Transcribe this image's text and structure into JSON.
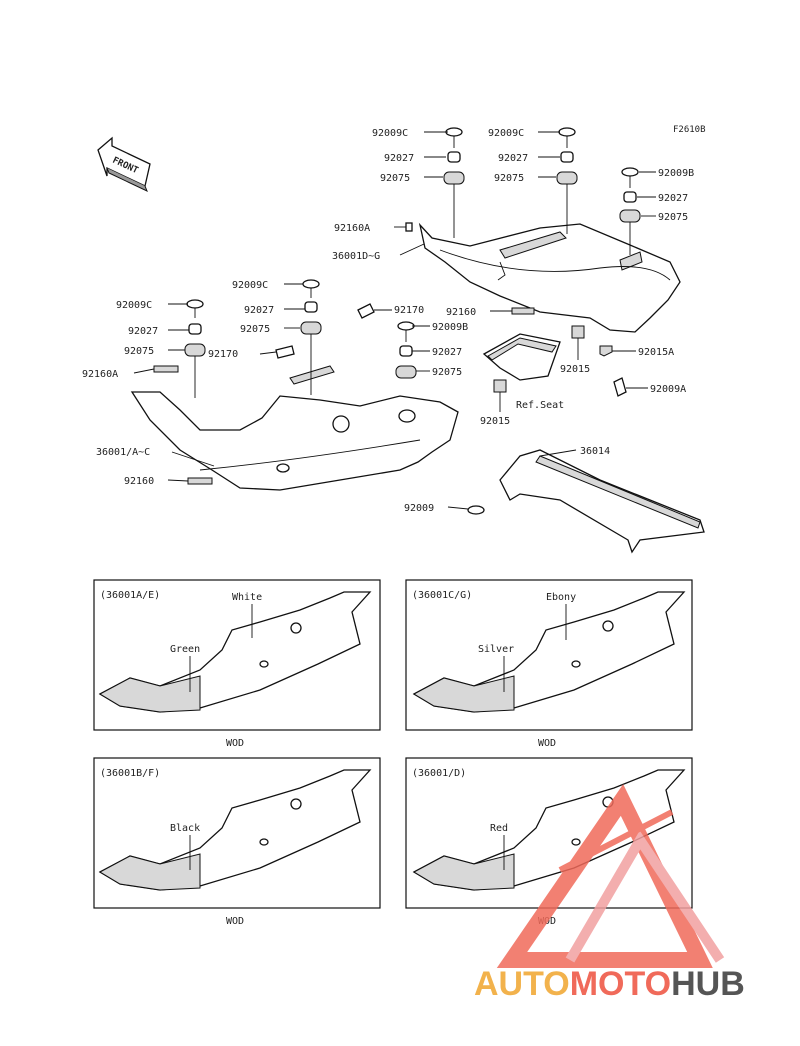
{
  "figure_code": "F2610B",
  "front_label": "FRONT",
  "callouts": {
    "top_left_bolt": "92009C",
    "top_left_collar": "92027",
    "top_left_grommet": "92075",
    "top_mid_bolt": "92009C",
    "top_mid_collar": "92027",
    "top_mid_grommet": "92075",
    "right_bolt": "92009B",
    "right_collar": "92027",
    "right_grommet": "92075",
    "upper_pad": "92160A",
    "upper_cover": "36001D~G",
    "upper_pad_right": "92160",
    "upper_nut": "92015",
    "upper_nut_clip": "92015A",
    "upper_screw": "92009A",
    "ref_seat": "Ref.Seat",
    "mid_bolt": "92009C",
    "mid_collar": "92027",
    "mid_grommet": "92075",
    "far_left_bolt": "92009C",
    "far_left_collar": "92027",
    "far_left_grommet": "92075",
    "band_upper": "92170",
    "band_lower": "92170",
    "seat_bolt": "92009B",
    "seat_collar": "92027",
    "seat_grommet": "92075",
    "left_pad": "92160A",
    "lower_cover": "36001/A~C",
    "lower_pad": "92160",
    "lower_nut": "92015",
    "guard": "36014",
    "guard_bolt": "92009"
  },
  "variant_panels": [
    {
      "title": "(36001A/E)",
      "upper_color": "White",
      "lower_color": "Green",
      "code": "WOD"
    },
    {
      "title": "(36001C/G)",
      "upper_color": "Ebony",
      "lower_color": "Silver",
      "code": "WOD"
    },
    {
      "title": "(36001B/F)",
      "upper_color": "",
      "lower_color": "Black",
      "code": "WOD"
    },
    {
      "title": "(36001/D)",
      "upper_color": "",
      "lower_color": "Red",
      "code": "WOD"
    }
  ],
  "watermark": {
    "part_a": "AUTO",
    "part_b": "MOTO",
    "part_c": "HUB",
    "color_a": "#f2b24c",
    "color_b": "#f06a5a",
    "color_c": "#555555"
  }
}
